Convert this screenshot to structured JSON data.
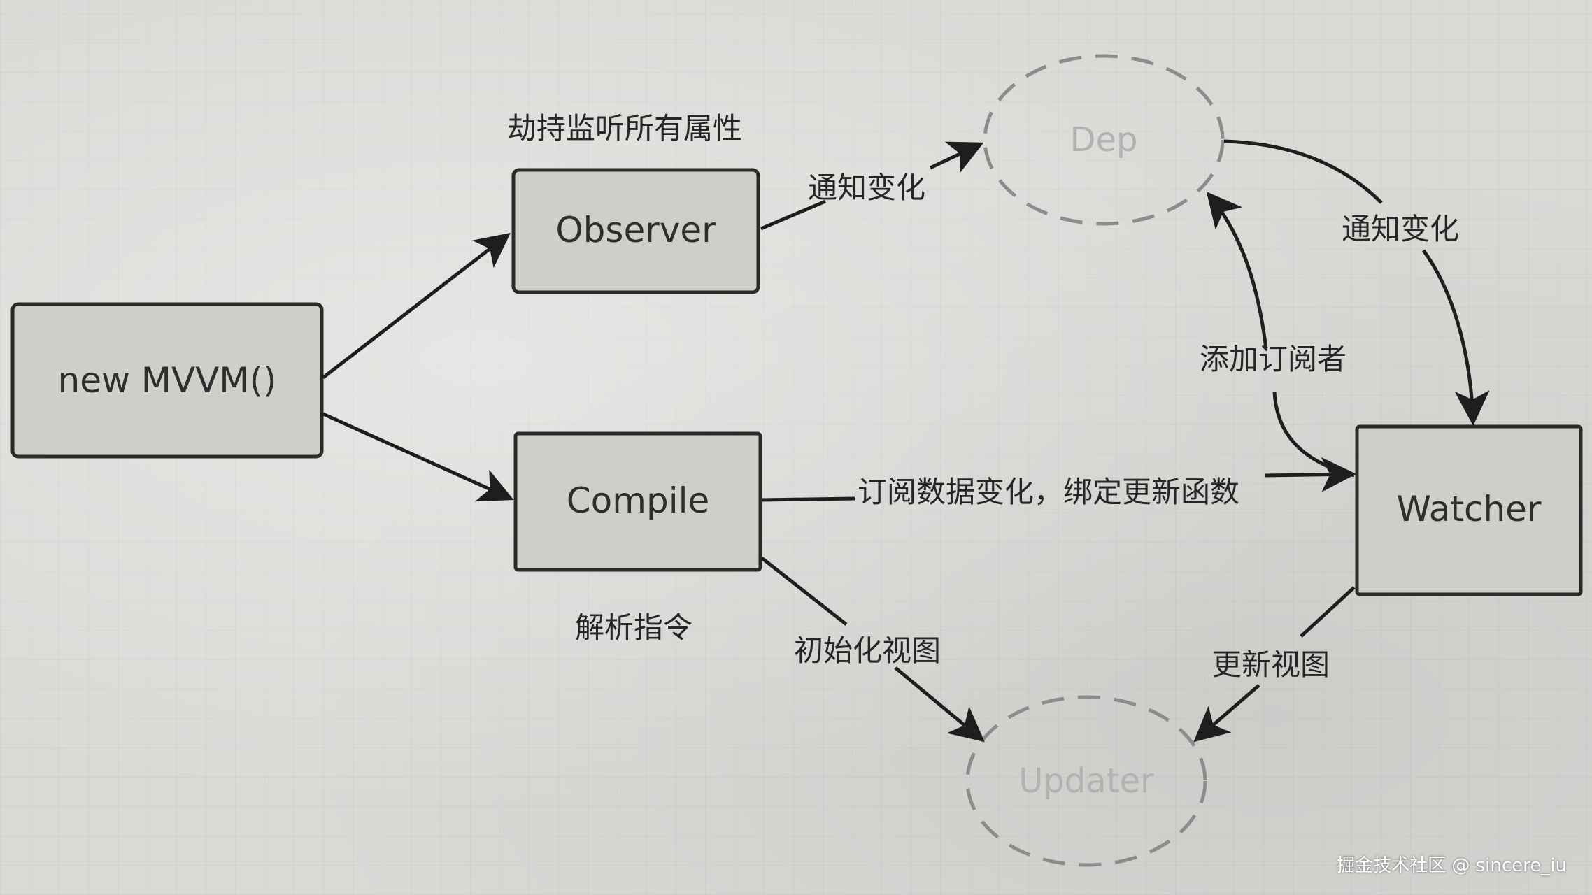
{
  "nodes": {
    "mvvm": "new MVVM()",
    "observer": "Observer",
    "compile": "Compile",
    "dep": "Dep",
    "watcher": "Watcher",
    "updater": "Updater"
  },
  "labels": {
    "observer_caption": "劫持监听所有属性",
    "compile_caption": "解析指令",
    "observer_to_dep": "通知变化",
    "dep_to_watcher": "通知变化",
    "watcher_to_dep": "添加订阅者",
    "compile_to_watcher": "订阅数据变化，绑定更新函数",
    "compile_to_updater": "初始化视图",
    "watcher_to_updater": "更新视图"
  },
  "watermark": "掘金技术社区 @ sincere_iu"
}
